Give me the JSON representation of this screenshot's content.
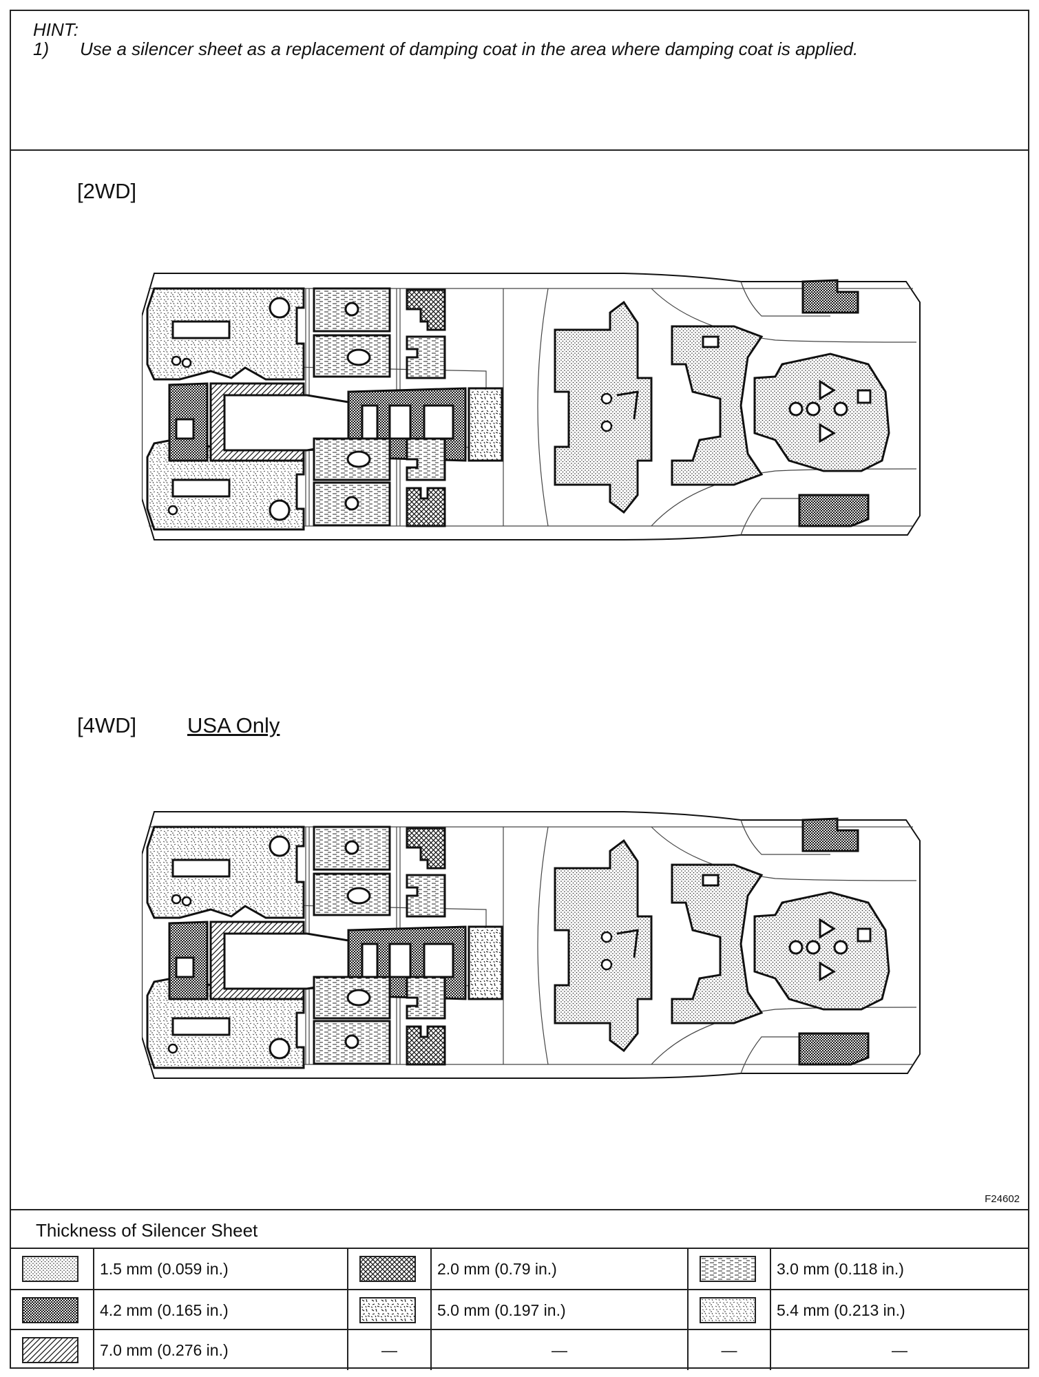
{
  "hint": {
    "title": "HINT:",
    "number": "1)",
    "text": "Use a silencer sheet as a replacement of damping coat in the area where damping coat is applied."
  },
  "sections": {
    "wd2": "[2WD]",
    "wd4": "[4WD]",
    "usa": "USA Only"
  },
  "figure_code": "F24602",
  "legend": {
    "title": "Thickness of Silencer Sheet",
    "items": [
      {
        "label": "1.5 mm (0.059 in.)",
        "pattern": "fine-dot"
      },
      {
        "label": "2.0 mm (0.79 in.)",
        "pattern": "cross-hatch"
      },
      {
        "label": "3.0 mm (0.118 in.)",
        "pattern": "dashes"
      },
      {
        "label": "4.2 mm (0.165 in.)",
        "pattern": "dense-dot"
      },
      {
        "label": "5.0 mm (0.197 in.)",
        "pattern": "flecks"
      },
      {
        "label": "5.4 mm (0.213 in.)",
        "pattern": "stipple"
      },
      {
        "label": "7.0 mm (0.276 in.)",
        "pattern": "diagonal"
      }
    ],
    "empty": "—"
  },
  "colors": {
    "line": "#111111",
    "background": "#ffffff"
  }
}
